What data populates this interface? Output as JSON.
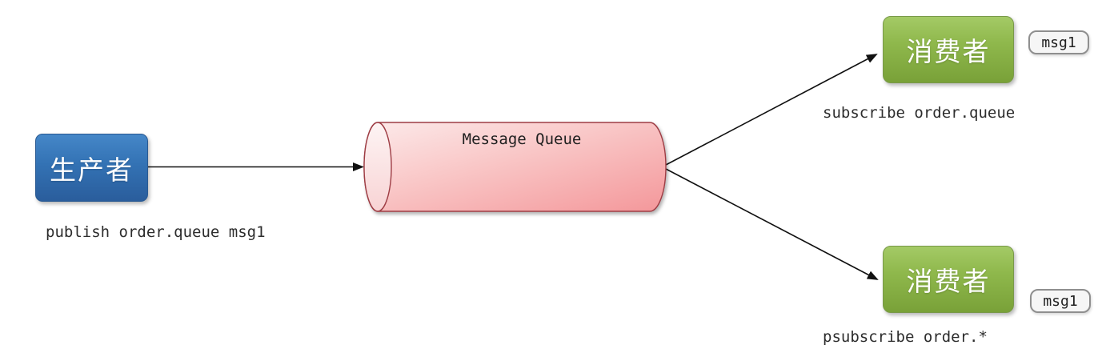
{
  "diagram": {
    "producer": {
      "label": "生产者",
      "caption": "publish order.queue msg1"
    },
    "queue": {
      "label": "Message Queue"
    },
    "consumer_top": {
      "label": "消费者",
      "caption": "subscribe order.queue",
      "badge": "msg1"
    },
    "consumer_bottom": {
      "label": "消费者",
      "caption": "psubscribe order.*",
      "badge": "msg1"
    },
    "edges": [
      {
        "from": "producer",
        "to": "message-queue"
      },
      {
        "from": "message-queue",
        "to": "consumer-top"
      },
      {
        "from": "message-queue",
        "to": "consumer-bottom"
      }
    ],
    "colors": {
      "producer_fill_top": "#4587c8",
      "producer_fill_bottom": "#2a5d9c",
      "consumer_fill_top": "#a4ca66",
      "consumer_fill_bottom": "#79a138",
      "queue_fill_light": "#fdeeee",
      "queue_fill_dark": "#f4999c",
      "queue_stroke": "#9e3d44",
      "arrow": "#111111",
      "badge_bg": "#f6f6f6",
      "badge_border": "#8f8f8f",
      "caption_text": "#2d2d2d"
    }
  }
}
